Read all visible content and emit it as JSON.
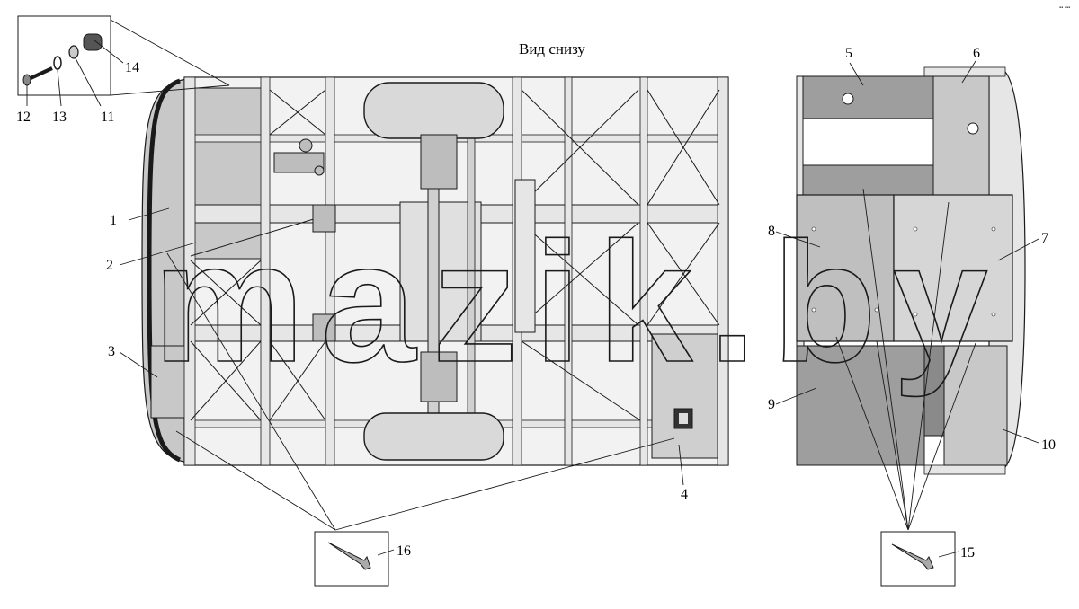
{
  "title": "Вид снизу",
  "watermark": "mazik.by",
  "corner_mark": "▪▪ ▪▪▪",
  "callouts": {
    "c1": "1",
    "c2": "2",
    "c3": "3",
    "c4": "4",
    "c5": "5",
    "c6": "6",
    "c7": "7",
    "c8": "8",
    "c9": "9",
    "c10": "10",
    "c11": "11",
    "c12": "12",
    "c13": "13",
    "c14": "14",
    "c15": "15",
    "c16": "16"
  },
  "colors": {
    "panel_dark": "#9e9e9e",
    "panel_light": "#c8c8c8",
    "frame": "#e6e6e6",
    "wheel": "#d9d9d9",
    "line": "#1a1a1a"
  }
}
